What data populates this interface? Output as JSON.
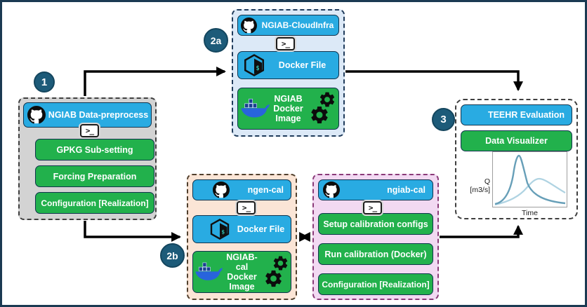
{
  "badges": {
    "step1": "1",
    "step2a": "2a",
    "step2b": "2b",
    "step3": "3"
  },
  "preprocess": {
    "repo": "NGIAB Data-preprocess",
    "steps": [
      "GPKG Sub-setting",
      "Forcing Preparation",
      "Configuration [Realization]"
    ]
  },
  "cloudinfra": {
    "repo": "NGIAB-CloudInfra",
    "dockerfile": "Docker File",
    "image_lines": [
      "NGIAB",
      "Docker",
      "Image"
    ]
  },
  "ngencal": {
    "repo": "ngen-cal",
    "dockerfile": "Docker File",
    "image_lines": [
      "NGIAB-cal",
      "Docker",
      "Image"
    ]
  },
  "ngiabcal": {
    "repo": "ngiab-cal",
    "steps": [
      "Setup calibration configs",
      "Run calibration (Docker)",
      "Configuration [Realization]"
    ]
  },
  "evaluation": {
    "items": [
      "TEEHR Evaluation",
      "Data Visualizer"
    ],
    "chart": {
      "ylabel_line1": "Q",
      "ylabel_line2": "[m3/s]",
      "xlabel": "Time"
    }
  },
  "icons": {
    "terminal_glyph": ">_"
  },
  "colors": {
    "blue": "#29abe2",
    "green": "#22b14c",
    "badge_teal": "#1d5b79",
    "panel_gray": "#d3d3d3",
    "panel_lightblue": "#dce9f7",
    "panel_peach": "#fbe5d6",
    "panel_pink": "#f2d9f2",
    "arrow": "#000000",
    "curve_dark": "#679fb8",
    "curve_light": "#afd3e2"
  }
}
